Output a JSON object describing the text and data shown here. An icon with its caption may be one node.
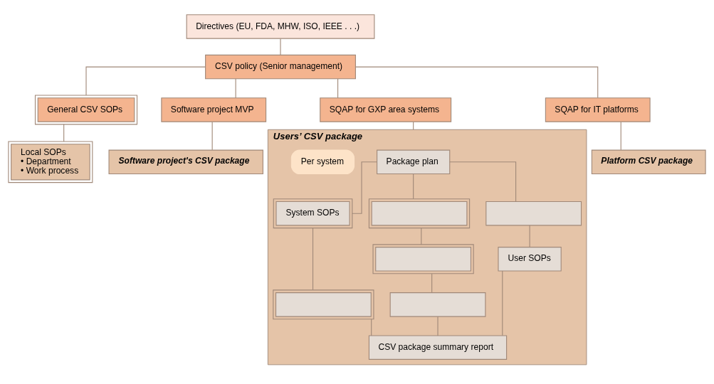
{
  "diagram": {
    "nodes": [
      {
        "text": [
          "Directives (EU, FDA, MHW, ISO, IEEE . . .)"
        ]
      },
      {
        "text": [
          "CSV policy (Senior management)"
        ]
      },
      {
        "text": [
          "General CSV SOPs"
        ]
      },
      {
        "text": [
          "Software project MVP"
        ]
      },
      {
        "text": [
          "SQAP for GXP area systems"
        ]
      },
      {
        "text": [
          "SQAP for IT platforms"
        ]
      },
      {
        "text": [
          "Local SOPs",
          "• Department",
          "• Work process"
        ]
      },
      {
        "text": [
          "Software project's CSV package"
        ]
      },
      {
        "text": [
          "Users’ CSV package"
        ]
      },
      {
        "text": [
          "Platform CSV package"
        ]
      },
      {
        "text": [
          "Package plan"
        ],
        "in": 8
      },
      {
        "text": [
          "Per system"
        ],
        "in": 8
      },
      {
        "text": [
          "System SOPs"
        ],
        "in": 8
      },
      {
        "text": [],
        "shape": "box",
        "in": 8
      },
      {
        "text": [],
        "shape": "box",
        "in": 8
      },
      {
        "text": [],
        "shape": "box",
        "in": 8
      },
      {
        "text": [],
        "shape": "box",
        "in": 8
      },
      {
        "text": [
          "User SOPs"
        ],
        "in": 8
      },
      {
        "text": [],
        "shape": "box",
        "in": 8
      },
      {
        "text": [
          "CSV package summary report"
        ],
        "in": 8
      }
    ],
    "edges": [
      {
        "from": 0,
        "to": 1,
        "arrow": "none"
      },
      {
        "from": 1,
        "to": 2,
        "arrow": "none"
      },
      {
        "from": 1,
        "to": 3,
        "arrow": "none"
      },
      {
        "from": 1,
        "to": 4,
        "arrow": "none"
      },
      {
        "from": 1,
        "to": 5,
        "arrow": "none"
      },
      {
        "from": 2,
        "to": 6,
        "arrow": "none"
      },
      {
        "from": 3,
        "to": 7,
        "arrow": "none"
      },
      {
        "from": 4,
        "to": 8,
        "arrow": "none"
      },
      {
        "from": 5,
        "to": 9,
        "arrow": "none"
      },
      {
        "from": 10,
        "to": 12,
        "arrow": "none"
      },
      {
        "from": 10,
        "to": 13,
        "arrow": "none"
      },
      {
        "from": 10,
        "to": 14,
        "arrow": "none"
      },
      {
        "from": 12,
        "to": 15,
        "arrow": "none"
      },
      {
        "from": 13,
        "to": 16,
        "arrow": "none"
      },
      {
        "from": 16,
        "to": 18,
        "arrow": "none"
      },
      {
        "from": 14,
        "to": 17,
        "arrow": "none"
      },
      {
        "from": 15,
        "to": 19,
        "arrow": "none"
      },
      {
        "from": 18,
        "to": 19,
        "arrow": "none"
      },
      {
        "from": 17,
        "to": 19,
        "arrow": "none"
      }
    ]
  }
}
